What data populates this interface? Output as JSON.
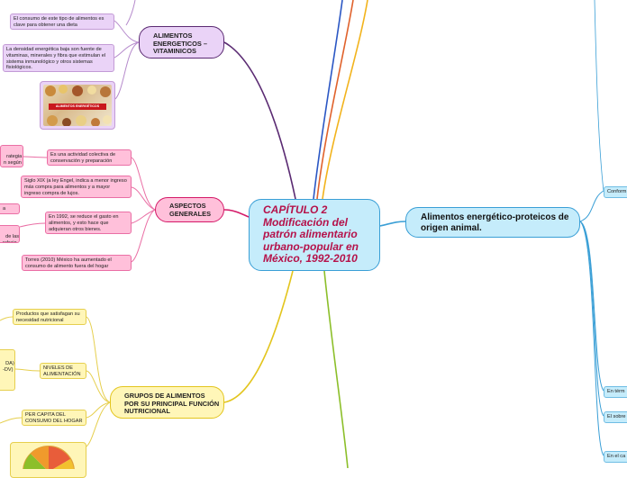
{
  "center": {
    "title": "CAPÍTULO 2 Modificación  del patrón alimentario urbano-popular en México, 1992-2010"
  },
  "right_main": {
    "label": "Alimentos energético-proteicos de origen animal."
  },
  "right_leaves": [
    {
      "text": "Conform"
    },
    {
      "text": "En térm"
    },
    {
      "text": "El sobre"
    },
    {
      "text": "En el ca"
    }
  ],
  "branches": {
    "energy": {
      "label": "ALIMENTOS ENERGETICOS – VITAMINICOS",
      "leaves": [
        {
          "text": "El consumo de este tipo de alimentos es clave para obtener una dieta"
        },
        {
          "text": "La densidad energética baja son fuente de vitaminas, minerales y fibra que estimulan el sistema inmunológico y otros sistemas fisiológicos."
        }
      ],
      "image_caption": "ALIMENTOS ENERGÉTICOS"
    },
    "aspects": {
      "label": "ASPECTOS GENERALES",
      "leaves": [
        {
          "text": "Es una actividad colectiva de conservación y preparación"
        },
        {
          "text": "Siglo XIX (a ley Engel, indica a menor ingreso más compra para alimentos y a mayor ingreso compra de lujos."
        },
        {
          "text": "En 1992, se reduce el gasto en alimentos, y esto hace que adquieran otros bienes."
        },
        {
          "text": "Torres (2010) México ha aumentado el consumo de alimento fuera del hogar"
        }
      ],
      "sub_leaves": [
        {
          "text": "rategia\nn según\nas"
        },
        {
          "text": "a"
        },
        {
          "text": "de las\nrabajo"
        }
      ]
    },
    "groups": {
      "label": "GRUPOS DE ALIMENTOS POR SU PRINCIPAL FUNCIÓN NUTRICIONAL",
      "leaves": [
        {
          "text": "Productos que satisfagan su necesidad nutricional"
        },
        {
          "text": "NIVELES DE ALIMENTACIÓN"
        },
        {
          "text": "PER CAPITA DEL CONSUMO DEL HOGAR"
        }
      ],
      "sub_leaves": [
        {
          "text": "DA).\n-DV)"
        }
      ]
    }
  },
  "colors": {
    "center_fill": "#c5ecfb",
    "center_text": "#b5124a",
    "energy_branch": "#5a2a72",
    "aspects_branch": "#d41a68",
    "groups_branch": "#e3c51e",
    "right_branch": "#3a9fd6"
  }
}
